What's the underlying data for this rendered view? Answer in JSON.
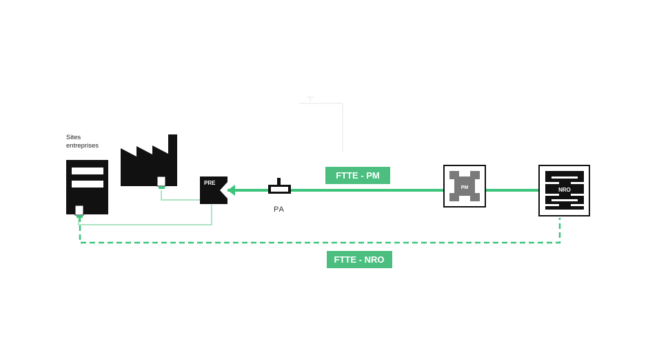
{
  "diagram": {
    "sites_label": [
      "Sites",
      "entreprises"
    ],
    "pre_label": "PRE",
    "pa_label": "PA",
    "pm_label": "PM",
    "nro_label": "NRO",
    "ftte_pm_label": "FTTE - PM",
    "ftte_nro_label": "FTTE - NRO"
  },
  "colors": {
    "fiber_green": "#3cc47a",
    "badge_green": "#4cbf80",
    "thin_green": "#8fdcae",
    "ink": "#111111",
    "pm_gray": "#7a7a7a"
  }
}
